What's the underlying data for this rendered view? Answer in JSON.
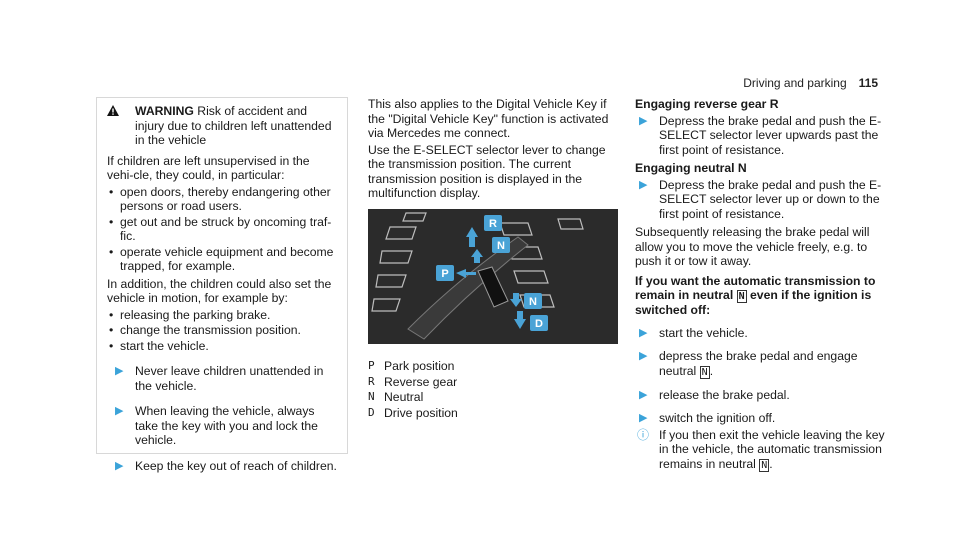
{
  "header": {
    "section": "Driving and parking",
    "page": "115"
  },
  "warning": {
    "label": "WARNING",
    "title": "Risk of accident and injury due to children left unattended in the vehicle",
    "intro": "If children are left unsupervised in the vehi-cle, they could, in particular:",
    "bullets": [
      "open doors, thereby endangering other persons or road users.",
      "get out and be struck by oncoming traf-fic.",
      "operate vehicle equipment and become trapped, for example."
    ],
    "intro2": "In addition, the children could also set the vehicle in motion, for example by:",
    "bullets2": [
      "releasing the parking brake.",
      "change the transmission position.",
      "start the vehicle."
    ],
    "actions": [
      "Never leave children unattended in the vehicle.",
      "When leaving the vehicle, always take the key with you and lock the vehicle.",
      "Keep the key out of reach of children."
    ]
  },
  "middle": {
    "para1": "This also applies to the Digital Vehicle Key if the \"Digital Vehicle Key\" function is activated via Mercedes me connect.",
    "para2": "Use the E-SELECT selector lever to change the transmission position. The current transmission position is displayed in the multifunction display.",
    "figure_labels": {
      "r": "R",
      "n_top": "N",
      "p": "P",
      "n_bottom": "N",
      "d": "D"
    },
    "legend": [
      {
        "key": "P",
        "text": "Park position"
      },
      {
        "key": "R",
        "text": "Reverse gear"
      },
      {
        "key": "N",
        "text": "Neutral"
      },
      {
        "key": "D",
        "text": "Drive position"
      }
    ]
  },
  "right": {
    "h_reverse": "Engaging reverse gear R",
    "s_reverse": "Depress the brake pedal and push the E-SELECT selector lever upwards past the first point of resistance.",
    "h_neutral": "Engaging neutral N",
    "s_neutral": "Depress the brake pedal and push the E-SELECT selector lever up or down to the first point of resistance.",
    "para_push": "Subsequently releasing the brake pedal will allow you to move the vehicle freely, e.g. to push it or tow it away.",
    "h_remain_a": "If you want the automatic transmission to remain in neutral",
    "h_remain_key": "N",
    "h_remain_b": "even if the ignition is switched off:",
    "steps": [
      "start the vehicle.",
      "depress the brake pedal and engage neutral",
      "release the brake pedal.",
      "switch the ignition off."
    ],
    "step2_key": "N",
    "note_a": "If you then exit the vehicle leaving the key in the vehicle, the automatic transmission remains in neutral",
    "note_key": "N"
  },
  "colors": {
    "accent": "#3ba3d9",
    "figure_bg": "#2b2b2b"
  }
}
